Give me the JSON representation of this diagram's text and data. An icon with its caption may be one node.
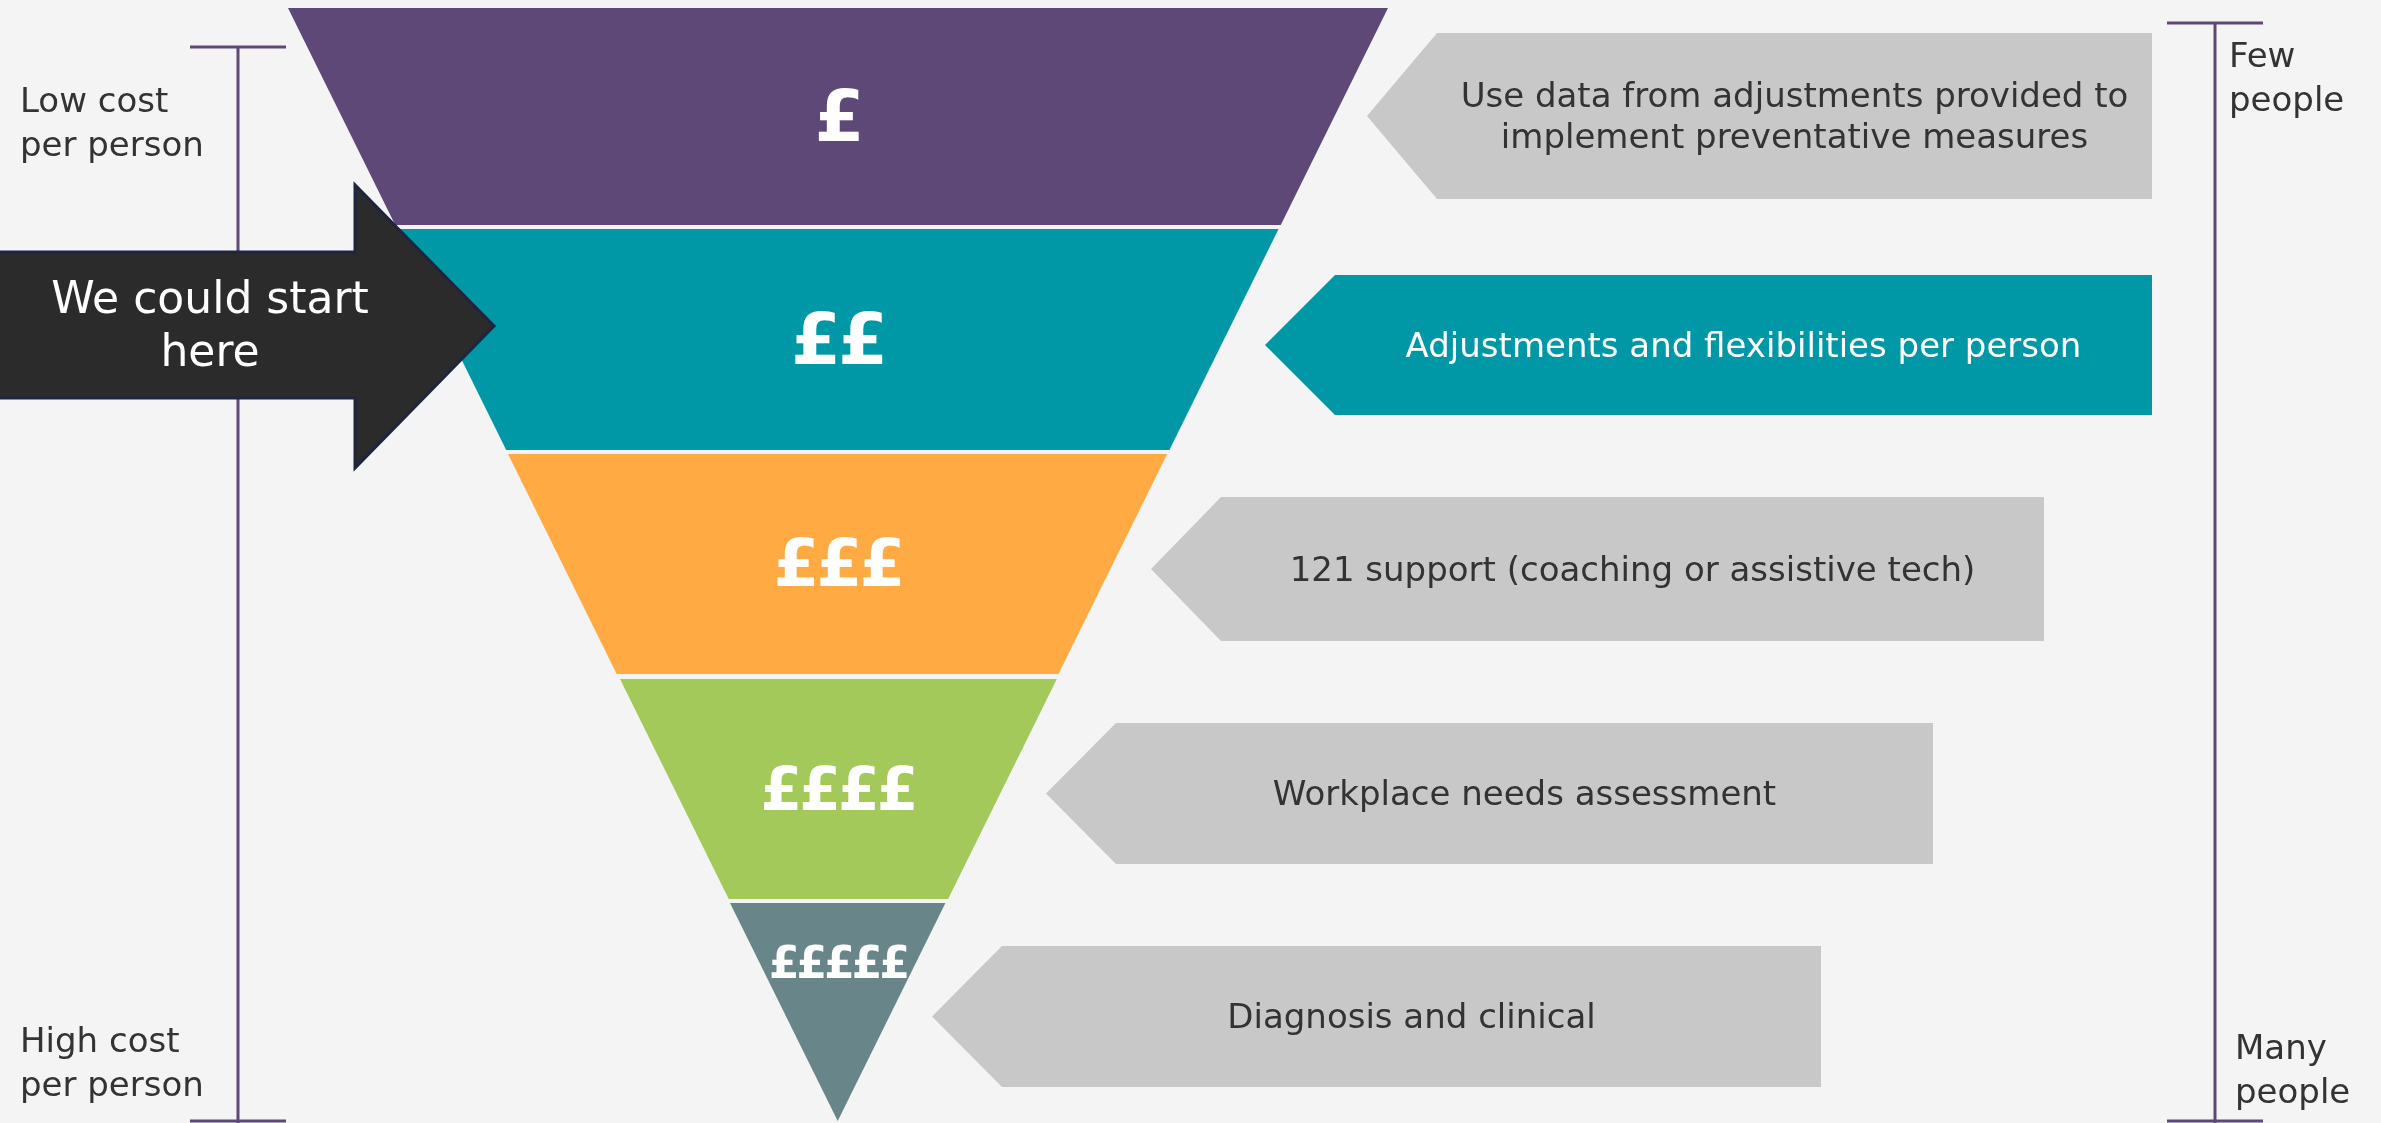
{
  "diagram": {
    "nodes": [
      {
        "text": [
          "£"
        ]
      },
      {
        "text": [
          "££"
        ]
      },
      {
        "text": [
          "£££"
        ]
      },
      {
        "text": [
          "££££"
        ]
      },
      {
        "text": [
          "£££££"
        ]
      },
      {
        "text": [
          "Use data from adjustments provided to implement preventative measures"
        ]
      },
      {
        "text": [
          "Adjustments and flexibilities per person"
        ]
      },
      {
        "text": [
          "121 support (coaching or assistive tech)"
        ]
      },
      {
        "text": [
          "Workplace needs assessment"
        ]
      },
      {
        "text": [
          "Diagnosis and clinical"
        ]
      },
      {
        "text": [
          "We could start here"
        ]
      }
    ],
    "labels": [
      "Low cost per person",
      "High cost per person",
      "Few people",
      "Many people"
    ]
  }
}
